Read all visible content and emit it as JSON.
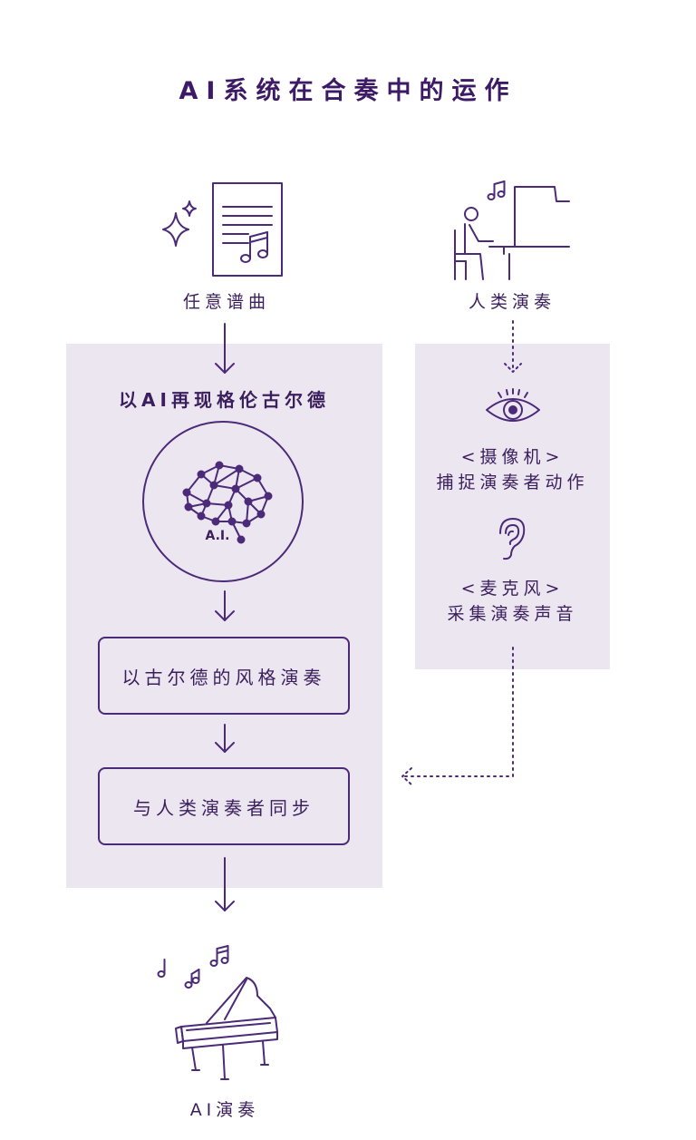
{
  "title": "AI系统在合奏中的运作",
  "score": {
    "label": "任意谱曲"
  },
  "human": {
    "label": "人类演奏"
  },
  "left_panel": {
    "heading": "以AI再现格伦古尔德",
    "brain_label": "A.I.",
    "box1": "以古尔德的风格演奏",
    "box2": "与人类演奏者同步"
  },
  "right_panel": {
    "camera_line1": "<摄像机>",
    "camera_line2": "捕捉演奏者动作",
    "mic_line1": "<麦克风>",
    "mic_line2": "采集演奏声音"
  },
  "output": {
    "label": "AI演奏"
  },
  "colors": {
    "primary": "#4b2a78",
    "panel": "#ece6f1",
    "text": "#3a1f5c"
  },
  "icons": [
    "sparkle-icon",
    "sheet-music-icon",
    "pianist-icon",
    "eye-icon",
    "ear-icon",
    "brain-network-icon",
    "grand-piano-icon"
  ]
}
